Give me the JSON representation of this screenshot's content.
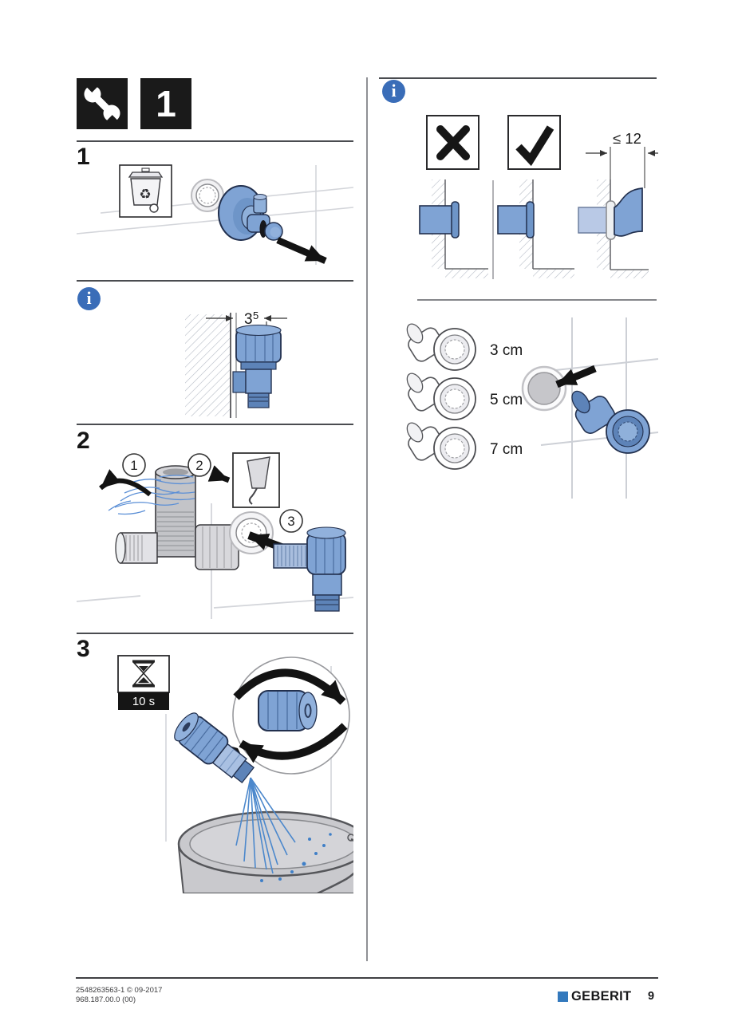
{
  "colors": {
    "accent_blue": "#7fa3d4",
    "accent_blue_dark": "#5d83b8",
    "accent_blue_light": "#b9c9e6",
    "water_blue": "#4c88cc",
    "info_blue": "#3a6db8",
    "brand_blue": "#3379bd",
    "ink": "#161616"
  },
  "icons": {
    "recycle_glyph": "♻",
    "info_glyph": "i"
  },
  "header": {
    "chapter_badge": "1"
  },
  "left": {
    "step1": {
      "number": "1"
    },
    "info": {
      "dim_main": "3",
      "dim_sup": "5"
    },
    "step2": {
      "number": "2",
      "callout1": "1",
      "callout2": "2",
      "callout3": "3"
    },
    "step3": {
      "number": "3",
      "duration": "10 s"
    }
  },
  "right": {
    "dim_max": "≤ 12",
    "options": [
      {
        "label": "3 cm"
      },
      {
        "label": "5 cm"
      },
      {
        "label": "7 cm"
      }
    ]
  },
  "footer": {
    "doc_id_line1": "2548263563-1 © 09-2017",
    "doc_id_line2": "968.187.00.0 (00)",
    "brand": "GEBERIT",
    "page": "9"
  }
}
